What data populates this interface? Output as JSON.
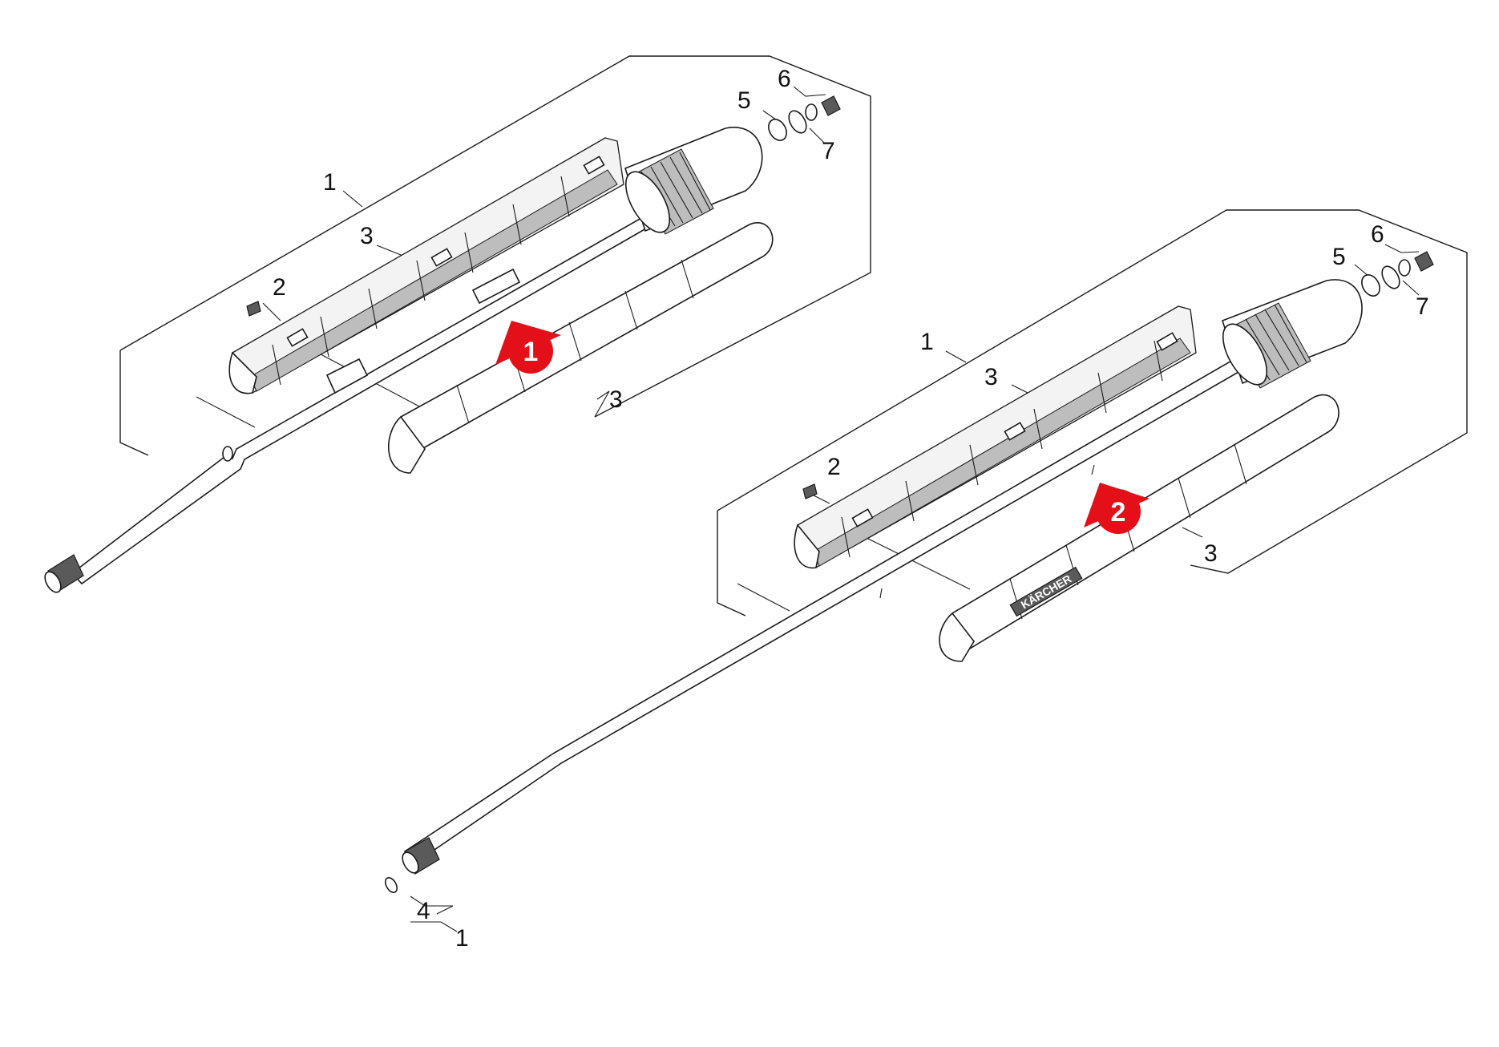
{
  "diagram": {
    "assembly_1": {
      "labels": {
        "frame": "1",
        "screw": "2",
        "handle_shell": "3",
        "handle_cover": "3",
        "washer": "5",
        "nut": "6",
        "o_ring": "7"
      },
      "badge": "1"
    },
    "assembly_2": {
      "labels": {
        "frame": "1",
        "screw": "2",
        "handle_shell": "3",
        "handle_cover": "3",
        "washer": "5",
        "nut": "6",
        "o_ring": "7"
      },
      "badge": "2",
      "brand_text": "KÄRCHER"
    },
    "lance_tip": {
      "seal_label": "4",
      "parent_label": "1"
    },
    "colors": {
      "badge": "#e3101a",
      "line": "#1a1a1a",
      "rib": "#bdbdbd"
    }
  }
}
